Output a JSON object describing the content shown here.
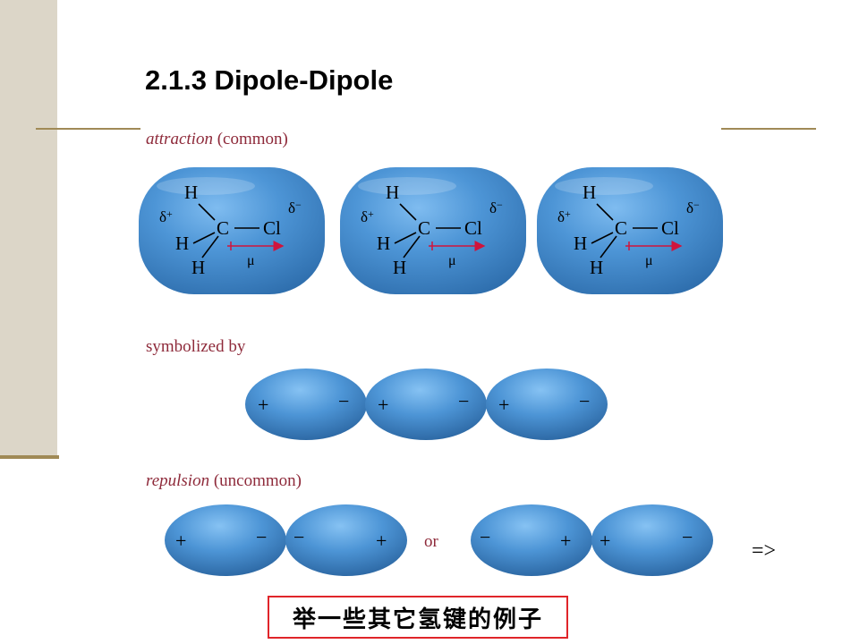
{
  "slide": {
    "title": "2.1.3 Dipole-Dipole",
    "next_arrow": "=>",
    "note": "举一些其它氢键的例子"
  },
  "figure": {
    "attraction_label": {
      "italic": "attraction",
      "rest": " (common)"
    },
    "symbolized_label": "symbolized by",
    "repulsion_label": {
      "italic": "repulsion",
      "rest": " (uncommon)"
    },
    "or_label": "or",
    "atoms": {
      "h": "H",
      "c": "C",
      "cl": "Cl"
    },
    "delta": "δ",
    "delta_plus": "+",
    "delta_minus": "−",
    "mu": "μ",
    "plus": "+",
    "minus": "−",
    "colors": {
      "molecule_fill": "#4d95d6",
      "dipole_arrow": "#d0143c",
      "label_text": "#8e2a3a",
      "accent_rule": "#a08a56",
      "note_border": "#e0252a"
    }
  }
}
